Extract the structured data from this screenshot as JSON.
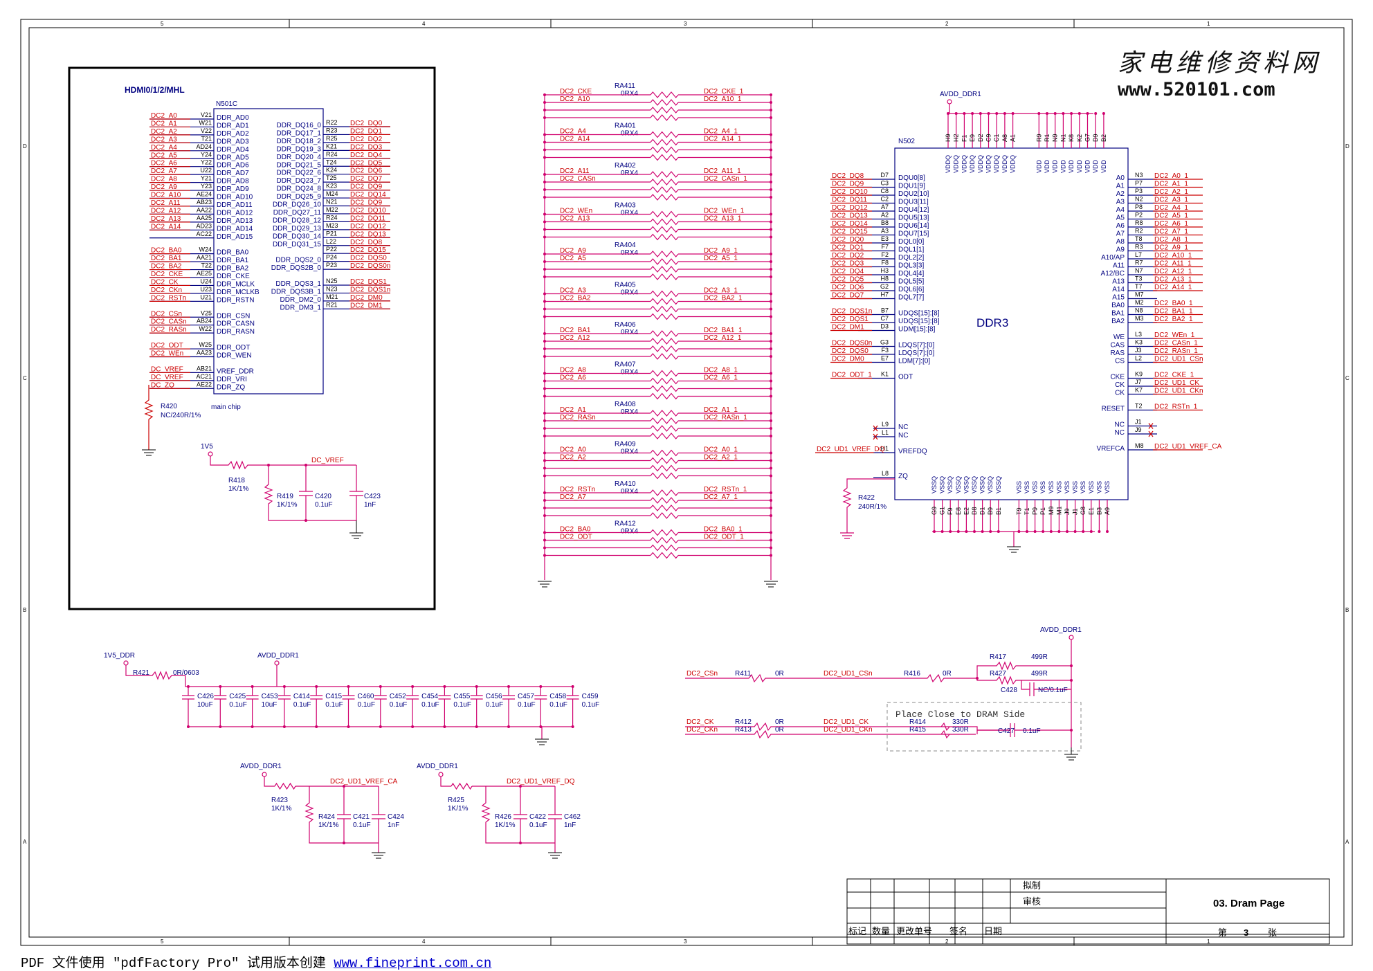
{
  "watermark": {
    "chinese": "家电维修资料网",
    "url": "www.520101.com"
  },
  "footer": {
    "prefix": "PDF 文件使用 \"pdfFactory Pro\" 试用版本创建 ",
    "link": "www.fineprint.com.cn"
  },
  "border": {
    "cols": [
      "5",
      "4",
      "3",
      "2",
      "1"
    ],
    "rows": [
      "D",
      "C",
      "B",
      "A"
    ]
  },
  "main_chip": {
    "title": "HDMI0/1/2/MHL",
    "ref": "N501C",
    "caption": "main chip",
    "left_pins": [
      {
        "net": "DC2_A0",
        "pin": "V21",
        "name": "DDR_AD0"
      },
      {
        "net": "DC2_A1",
        "pin": "W21",
        "name": "DDR_AD1"
      },
      {
        "net": "DC2_A2",
        "pin": "V22",
        "name": "DDR_AD2"
      },
      {
        "net": "DC2_A3",
        "pin": "T21",
        "name": "DDR_AD3"
      },
      {
        "net": "DC2_A4",
        "pin": "AD24",
        "name": "DDR_AD4"
      },
      {
        "net": "DC2_A5",
        "pin": "Y24",
        "name": "DDR_AD5"
      },
      {
        "net": "DC2_A6",
        "pin": "Y22",
        "name": "DDR_AD6"
      },
      {
        "net": "DC2_A7",
        "pin": "U22",
        "name": "DDR_AD7"
      },
      {
        "net": "DC2_A8",
        "pin": "Y21",
        "name": "DDR_AD8"
      },
      {
        "net": "DC2_A9",
        "pin": "Y23",
        "name": "DDR_AD9"
      },
      {
        "net": "DC2_A10",
        "pin": "AE24",
        "name": "DDR_AD10"
      },
      {
        "net": "DC2_A11",
        "pin": "AB23",
        "name": "DDR_AD11"
      },
      {
        "net": "DC2_A12",
        "pin": "AA22",
        "name": "DDR_AD12"
      },
      {
        "net": "DC2_A13",
        "pin": "AA25",
        "name": "DDR_AD13"
      },
      {
        "net": "DC2_A14",
        "pin": "AD23",
        "name": "DDR_AD14"
      },
      {
        "net": "",
        "pin": "AC22",
        "name": "DDR_AD15"
      },
      {
        "net": "",
        "pin": "",
        "name": ""
      },
      {
        "net": "DC2_BA0",
        "pin": "W24",
        "name": "DDR_BA0"
      },
      {
        "net": "DC2_BA1",
        "pin": "AA21",
        "name": "DDR_BA1"
      },
      {
        "net": "DC2_BA2",
        "pin": "T22",
        "name": "DDR_BA2"
      },
      {
        "net": "DC2_CKE",
        "pin": "AE25",
        "name": "DDR_CKE"
      },
      {
        "net": "DC2_CK",
        "pin": "U24",
        "name": "DDR_MCLK"
      },
      {
        "net": "DC2_CKn",
        "pin": "U23",
        "name": "DDR_MCLKB"
      },
      {
        "net": "DC2_RSTn",
        "pin": "U21",
        "name": "DDR_RSTN"
      },
      {
        "net": "",
        "pin": "",
        "name": ""
      },
      {
        "net": "DC2_CSn",
        "pin": "V25",
        "name": "DDR_CSN"
      },
      {
        "net": "DC2_CASn",
        "pin": "AB24",
        "name": "DDR_CASN"
      },
      {
        "net": "DC2_RASn",
        "pin": "W22",
        "name": "DDR_RASN"
      },
      {
        "net": "",
        "pin": "",
        "name": ""
      },
      {
        "net": "DC2_ODT",
        "pin": "W25",
        "name": "DDR_ODT"
      },
      {
        "net": "DC2_WEn",
        "pin": "AA23",
        "name": "DDR_WEN"
      },
      {
        "net": "",
        "pin": "",
        "name": ""
      },
      {
        "net": "DC_VREF",
        "pin": "AB21",
        "name": "VREF_DDR"
      },
      {
        "net": "DC_VREF",
        "pin": "AC21",
        "name": "DDR_VRI"
      },
      {
        "net": "DC_ZQ",
        "pin": "AE22",
        "name": "DDR_ZQ"
      }
    ],
    "right_pins": [
      {
        "name": "DDR_DQ16_0",
        "pin": "R22",
        "net": "DC2_DQ0"
      },
      {
        "name": "DDR_DQ17_1",
        "pin": "R23",
        "net": "DC2_DQ1"
      },
      {
        "name": "DDR_DQ18_2",
        "pin": "R25",
        "net": "DC2_DQ2"
      },
      {
        "name": "DDR_DQ19_3",
        "pin": "K21",
        "net": "DC2_DQ3"
      },
      {
        "name": "DDR_DQ20_4",
        "pin": "R24",
        "net": "DC2_DQ4"
      },
      {
        "name": "DDR_DQ21_5",
        "pin": "T24",
        "net": "DC2_DQ5"
      },
      {
        "name": "DDR_DQ22_6",
        "pin": "K24",
        "net": "DC2_DQ6"
      },
      {
        "name": "DDR_DQ23_7",
        "pin": "T25",
        "net": "DC2_DQ7"
      },
      {
        "name": "DDR_DQ24_8",
        "pin": "K23",
        "net": "DC2_DQ9"
      },
      {
        "name": "DDR_DQ25_9",
        "pin": "M24",
        "net": "DC2_DQ14"
      },
      {
        "name": "DDR_DQ26_10",
        "pin": "N21",
        "net": "DC2_DQ9"
      },
      {
        "name": "DDR_DQ27_11",
        "pin": "M22",
        "net": "DC2_DQ10"
      },
      {
        "name": "DDR_DQ28_12",
        "pin": "R24",
        "net": "DC2_DQ11"
      },
      {
        "name": "DDR_DQ29_13",
        "pin": "M23",
        "net": "DC2_DQ12"
      },
      {
        "name": "DDR_DQ30_14",
        "pin": "P21",
        "net": "DC2_DQ13"
      },
      {
        "name": "DDR_DQ31_15",
        "pin": "L22",
        "net": "DC2_DQ8"
      },
      {
        "name": "",
        "pin": "P22",
        "net": "DC2_DQ15"
      },
      {
        "name": "DDR_DQS2_0",
        "pin": "P24",
        "net": "DC2_DQS0"
      },
      {
        "name": "DDR_DQS2B_0",
        "pin": "P23",
        "net": "DC2_DQS0n"
      },
      {
        "name": "",
        "pin": "",
        "net": ""
      },
      {
        "name": "DDR_DQS3_1",
        "pin": "N25",
        "net": "DC2_DQS1"
      },
      {
        "name": "DDR_DQS3B_1",
        "pin": "N23",
        "net": "DC2_DQS1n"
      },
      {
        "name": "DDR_DM2_0",
        "pin": "M21",
        "net": "DC2_DM0"
      },
      {
        "name": "DDR_DM3_1",
        "pin": "R21",
        "net": "DC2_DM1"
      }
    ],
    "r420": {
      "ref": "R420",
      "value": "NC/240R/1%"
    }
  },
  "vref_circuit": {
    "supply": "1V5",
    "net": "DC_VREF",
    "r418": {
      "ref": "R418",
      "value": "1K/1%"
    },
    "r419": {
      "ref": "R419",
      "value": "1K/1%"
    },
    "c420": {
      "ref": "C420",
      "value": "0.1uF"
    },
    "c423": {
      "ref": "C423",
      "value": "1nF"
    }
  },
  "resistor_arrays": [
    {
      "ref": "RA411",
      "value": "0RX4",
      "in": [
        "DC2_CKE",
        "DC2_A10"
      ],
      "out": [
        "DC2_CKE_1",
        "DC2_A10_1"
      ]
    },
    {
      "ref": "RA401",
      "value": "0RX4",
      "in": [
        "DC2_A4",
        "DC2_A14"
      ],
      "out": [
        "DC2_A4_1",
        "DC2_A14_1"
      ]
    },
    {
      "ref": "RA402",
      "value": "0RX4",
      "in": [
        "DC2_A11",
        "DC2_CASn"
      ],
      "out": [
        "DC2_A11_1",
        "DC2_CASn_1"
      ]
    },
    {
      "ref": "RA403",
      "value": "0RX4",
      "in": [
        "DC2_WEn",
        "DC2_A13"
      ],
      "out": [
        "DC2_WEn_1",
        "DC2_A13_1"
      ]
    },
    {
      "ref": "RA404",
      "value": "0RX4",
      "in": [
        "DC2_A9",
        "DC2_A5"
      ],
      "out": [
        "DC2_A9_1",
        "DC2_A5_1"
      ]
    },
    {
      "ref": "RA405",
      "value": "0RX4",
      "in": [
        "DC2_A3",
        "DC2_BA2"
      ],
      "out": [
        "DC2_A3_1",
        "DC2_BA2_1"
      ]
    },
    {
      "ref": "RA406",
      "value": "0RX4",
      "in": [
        "DC2_BA1",
        "DC2_A12"
      ],
      "out": [
        "DC2_BA1_1",
        "DC2_A12_1"
      ]
    },
    {
      "ref": "RA407",
      "value": "0RX4",
      "in": [
        "DC2_A8",
        "DC2_A6"
      ],
      "out": [
        "DC2_A8_1",
        "DC2_A6_1"
      ]
    },
    {
      "ref": "RA408",
      "value": "0RX4",
      "in": [
        "DC2_A1",
        "DC2_RASn"
      ],
      "out": [
        "DC2_A1_1",
        "DC2_RASn_1"
      ]
    },
    {
      "ref": "RA409",
      "value": "0RX4",
      "in": [
        "DC2_A0",
        "DC2_A2"
      ],
      "out": [
        "DC2_A0_1",
        "DC2_A2_1"
      ]
    },
    {
      "ref": "RA410",
      "value": "0RX4",
      "in": [
        "DC2_RSTn",
        "DC2_A7"
      ],
      "out": [
        "DC2_RSTn_1",
        "DC2_A7_1"
      ]
    },
    {
      "ref": "RA412",
      "value": "0RX4",
      "in": [
        "DC2_BA0",
        "DC2_ODT"
      ],
      "out": [
        "DC2_BA0_1",
        "DC2_ODT_1"
      ]
    }
  ],
  "ddr3": {
    "ref": "N502",
    "label": "DDR3",
    "supply": "AVDD_DDR1",
    "top_pins": [
      "H9",
      "H2",
      "F1",
      "E9",
      "D2",
      "C9",
      "C1",
      "A8",
      "A1",
      "R9",
      "R1",
      "N9",
      "N1",
      "K8",
      "K2",
      "G7",
      "D9",
      "B2"
    ],
    "top_names": [
      "VDDQ",
      "VDDQ",
      "VDDQ",
      "VDDQ",
      "VDDQ",
      "VDDQ",
      "VDDQ",
      "VDDQ",
      "VDDQ",
      "VDD",
      "VDD",
      "VDD",
      "VDD",
      "VDD",
      "VDD",
      "VDD",
      "VDD",
      "VDD"
    ],
    "bottom_pins": [
      "G9",
      "G1",
      "F9",
      "E8",
      "E2",
      "D8",
      "D1",
      "B9",
      "B1",
      "T9",
      "T1",
      "P9",
      "P1",
      "M9",
      "M1",
      "J9",
      "J1",
      "G8",
      "E1",
      "B3",
      "A9"
    ],
    "bottom_names": [
      "VSSQ",
      "VSSQ",
      "VSSQ",
      "VSSQ",
      "VSSQ",
      "VSSQ",
      "VSSQ",
      "VSSQ",
      "VSSQ",
      "VSS",
      "VSS",
      "VSS",
      "VSS",
      "VSS",
      "VSS",
      "VSS",
      "VSS",
      "VSS",
      "VSS",
      "VSS",
      "VSS"
    ],
    "left_pins": [
      {
        "net": "DC2_DQ8",
        "pin": "D7",
        "name": "DQU0[8]"
      },
      {
        "net": "DC2_DQ9",
        "pin": "C3",
        "name": "DQU1[9]"
      },
      {
        "net": "DC2_DQ10",
        "pin": "C8",
        "name": "DQU2[10]"
      },
      {
        "net": "DC2_DQ11",
        "pin": "C2",
        "name": "DQU3[11]"
      },
      {
        "net": "DC2_DQ12",
        "pin": "A7",
        "name": "DQU4[12]"
      },
      {
        "net": "DC2_DQ13",
        "pin": "A2",
        "name": "DQU5[13]"
      },
      {
        "net": "DC2_DQ14",
        "pin": "B8",
        "name": "DQU6[14]"
      },
      {
        "net": "DC2_DQ15",
        "pin": "A3",
        "name": "DQU7[15]"
      },
      {
        "net": "DC2_DQ0",
        "pin": "E3",
        "name": "DQL0[0]"
      },
      {
        "net": "DC2_DQ1",
        "pin": "F7",
        "name": "DQL1[1]"
      },
      {
        "net": "DC2_DQ2",
        "pin": "F2",
        "name": "DQL2[2]"
      },
      {
        "net": "DC2_DQ3",
        "pin": "F8",
        "name": "DQL3[3]"
      },
      {
        "net": "DC2_DQ4",
        "pin": "H3",
        "name": "DQL4[4]"
      },
      {
        "net": "DC2_DQ5",
        "pin": "H8",
        "name": "DQL5[5]"
      },
      {
        "net": "DC2_DQ6",
        "pin": "G2",
        "name": "DQL6[6]"
      },
      {
        "net": "DC2_DQ7",
        "pin": "H7",
        "name": "DQL7[7]"
      },
      {
        "net": "",
        "pin": "",
        "name": ""
      },
      {
        "net": "DC2_DQS1n",
        "pin": "B7",
        "name": "UDQS[15]:[8]"
      },
      {
        "net": "DC2_DQS1",
        "pin": "C7",
        "name": "UDQS[15]:[8]"
      },
      {
        "net": "DC2_DM1",
        "pin": "D3",
        "name": "UDM[15]:[8]"
      },
      {
        "net": "",
        "pin": "",
        "name": ""
      },
      {
        "net": "DC2_DQS0n",
        "pin": "G3",
        "name": "LDQS[7]:[0]"
      },
      {
        "net": "DC2_DQS0",
        "pin": "F3",
        "name": "LDQS[7]:[0]"
      },
      {
        "net": "DC2_DM0",
        "pin": "E7",
        "name": "LDM[7]:[0]"
      },
      {
        "net": "",
        "pin": "",
        "name": ""
      },
      {
        "net": "DC2_ODT_1",
        "pin": "K1",
        "name": "ODT"
      }
    ],
    "left_lower": [
      {
        "net": "",
        "pin": "L9",
        "name": "NC"
      },
      {
        "net": "",
        "pin": "L1",
        "name": "NC"
      },
      {
        "net": "DC2_UD1_VREF_DQ",
        "pin": "H1",
        "name": "VREFDQ"
      },
      {
        "net": "",
        "pin": "L8",
        "name": "ZQ"
      }
    ],
    "right_pins": [
      {
        "name": "A0",
        "pin": "N3",
        "net": "DC2_A0_1"
      },
      {
        "name": "A1",
        "pin": "P7",
        "net": "DC2_A1_1"
      },
      {
        "name": "A2",
        "pin": "P3",
        "net": "DC2_A2_1"
      },
      {
        "name": "A3",
        "pin": "N2",
        "net": "DC2_A3_1"
      },
      {
        "name": "A4",
        "pin": "P8",
        "net": "DC2_A4_1"
      },
      {
        "name": "A5",
        "pin": "P2",
        "net": "DC2_A5_1"
      },
      {
        "name": "A6",
        "pin": "R8",
        "net": "DC2_A6_1"
      },
      {
        "name": "A7",
        "pin": "R2",
        "net": "DC2_A7_1"
      },
      {
        "name": "A8",
        "pin": "T8",
        "net": "DC2_A8_1"
      },
      {
        "name": "A9",
        "pin": "R3",
        "net": "DC2_A9_1"
      },
      {
        "name": "A10/AP",
        "pin": "L7",
        "net": "DC2_A10_1"
      },
      {
        "name": "A11",
        "pin": "R7",
        "net": "DC2_A11_1"
      },
      {
        "name": "A12/BC",
        "pin": "N7",
        "net": "DC2_A12_1"
      },
      {
        "name": "A13",
        "pin": "T3",
        "net": "DC2_A13_1"
      },
      {
        "name": "A14",
        "pin": "T7",
        "net": "DC2_A14_1"
      },
      {
        "name": "A15",
        "pin": "M7",
        "net": ""
      },
      {
        "name": "BA0",
        "pin": "M2",
        "net": "DC2_BA0_1"
      },
      {
        "name": "BA1",
        "pin": "N8",
        "net": "DC2_BA1_1"
      },
      {
        "name": "BA2",
        "pin": "M3",
        "net": "DC2_BA2_1"
      },
      {
        "name": "",
        "pin": "",
        "net": ""
      },
      {
        "name": "WE",
        "pin": "L3",
        "net": "DC2_WEn_1"
      },
      {
        "name": "CAS",
        "pin": "K3",
        "net": "DC2_CASn_1"
      },
      {
        "name": "RAS",
        "pin": "J3",
        "net": "DC2_RASn_1"
      },
      {
        "name": "CS",
        "pin": "L2",
        "net": "DC2_UD1_CSn"
      },
      {
        "name": "",
        "pin": "",
        "net": ""
      },
      {
        "name": "CKE",
        "pin": "K9",
        "net": "DC2_CKE_1"
      },
      {
        "name": "CK",
        "pin": "J7",
        "net": "DC2_UD1_CK"
      },
      {
        "name": "CK",
        "pin": "K7",
        "net": "DC2_UD1_CKn"
      },
      {
        "name": "",
        "pin": "",
        "net": ""
      },
      {
        "name": "RESET",
        "pin": "T2",
        "net": "DC2_RSTn_1"
      },
      {
        "name": "",
        "pin": "",
        "net": ""
      },
      {
        "name": "NC",
        "pin": "J1",
        "net": ""
      },
      {
        "name": "NC",
        "pin": "J9",
        "net": ""
      },
      {
        "name": "",
        "pin": "",
        "net": ""
      },
      {
        "name": "VREFCA",
        "pin": "M8",
        "net": "DC2_UD1_VREF_CA"
      }
    ],
    "r422": {
      "ref": "R422",
      "value": "240R/1%"
    }
  },
  "decoupling": {
    "supply1": "1V5_DDR",
    "supply2": "AVDD_DDR1",
    "r421": {
      "ref": "R421",
      "value": "0R/0603"
    },
    "caps": [
      {
        "ref": "C426",
        "value": "10uF"
      },
      {
        "ref": "C425",
        "value": "0.1uF"
      },
      {
        "ref": "C453",
        "value": "10uF"
      },
      {
        "ref": "C414",
        "value": "0.1uF"
      },
      {
        "ref": "C415",
        "value": "0.1uF"
      },
      {
        "ref": "C460",
        "value": "0.1uF"
      },
      {
        "ref": "C452",
        "value": "0.1uF"
      },
      {
        "ref": "C454",
        "value": "0.1uF"
      },
      {
        "ref": "C455",
        "value": "0.1uF"
      },
      {
        "ref": "C456",
        "value": "0.1uF"
      },
      {
        "ref": "C457",
        "value": "0.1uF"
      },
      {
        "ref": "C458",
        "value": "0.1uF"
      },
      {
        "ref": "C459",
        "value": "0.1uF"
      }
    ]
  },
  "vref_ca": {
    "supply": "AVDD_DDR1",
    "net": "DC2_UD1_VREF_CA",
    "r_top": {
      "ref": "R423",
      "value": "1K/1%"
    },
    "r_bot": {
      "ref": "R424",
      "value": "1K/1%"
    },
    "c1": {
      "ref": "C421",
      "value": "0.1uF"
    },
    "c2": {
      "ref": "C424",
      "value": "1nF"
    }
  },
  "vref_dq": {
    "supply": "AVDD_DDR1",
    "net": "DC2_UD1_VREF_DQ",
    "r_top": {
      "ref": "R425",
      "value": "1K/1%"
    },
    "r_bot": {
      "ref": "R426",
      "value": "1K/1%"
    },
    "c1": {
      "ref": "C422",
      "value": "0.1uF"
    },
    "c2": {
      "ref": "C462",
      "value": "1nF"
    }
  },
  "termination": {
    "supply": "AVDD_DDR1",
    "csn": {
      "in": "DC2_CSn",
      "r1": {
        "ref": "R411",
        "value": "0R"
      },
      "mid": "DC2_UD1_CSn",
      "r2": {
        "ref": "R416",
        "value": "0R"
      }
    },
    "r417": {
      "ref": "R417",
      "value": "499R"
    },
    "r427": {
      "ref": "R427",
      "value": "499R"
    },
    "c428": {
      "ref": "C428",
      "value": "NC/0.1uF"
    },
    "note": "Place Close to DRAM Side",
    "ck": {
      "in": "DC2_CK",
      "r": {
        "ref": "R412",
        "value": "0R"
      },
      "out": "DC2_UD1_CK",
      "rt": {
        "ref": "R414",
        "value": "330R"
      }
    },
    "ckn": {
      "in": "DC2_CKn",
      "r": {
        "ref": "R413",
        "value": "0R"
      },
      "out": "DC2_UD1_CKn",
      "rt": {
        "ref": "R415",
        "value": "330R"
      }
    },
    "c427": {
      "ref": "C427",
      "value": "0.1uF"
    }
  },
  "title_block": {
    "draw": "拟制",
    "check": "审核",
    "title": "03. Dram Page",
    "h1": "标记",
    "h2": "数量",
    "h3": "更改单号",
    "h4": "签名",
    "h5": "日期",
    "page_prefix": "第",
    "page": "3",
    "page_suffix": "张"
  }
}
